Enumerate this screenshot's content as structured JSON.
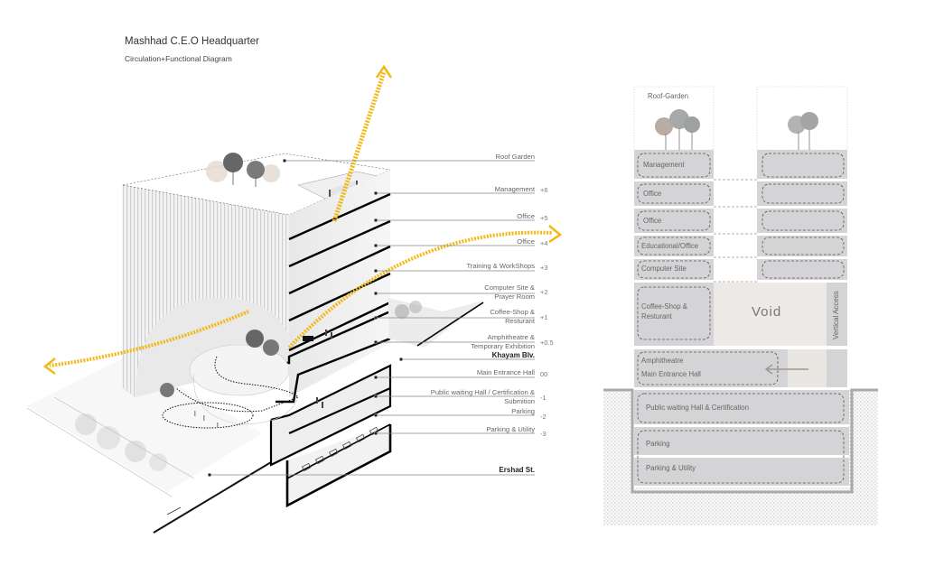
{
  "header": {
    "title": "Mashhad C.E.O Headquarter",
    "subtitle": "Circulation+Functional Diagram"
  },
  "colors": {
    "circulation_arrow": "#f2b817",
    "slab": "#111111",
    "section_block": "#d4d4d6",
    "void": "#ece9e6",
    "ground_hatch": "#b8b8b8"
  },
  "axonometric": {
    "labels": [
      {
        "text": "Roof Garden",
        "level": ""
      },
      {
        "text": "Management",
        "level": "+6"
      },
      {
        "text": "Office",
        "level": "+5"
      },
      {
        "text": "Office",
        "level": "+4"
      },
      {
        "text": "Training & WorkShops",
        "level": "+3"
      },
      {
        "text": "Computer Site &",
        "text2": "Prayer Room",
        "level": "+2"
      },
      {
        "text": "Coffee-Shop &",
        "text2": "Resturant",
        "level": "+1"
      },
      {
        "text": "Amphitheatre &",
        "text2": "Temporary Exhibition",
        "level": "+0.5"
      },
      {
        "text": "Khayam Blv.",
        "level": "",
        "street": true
      },
      {
        "text": "Main Entrance Hall",
        "level": "00"
      },
      {
        "text": "Public waiting Hall / Certification &",
        "text2": "Submition",
        "level": "-1"
      },
      {
        "text": "Parking",
        "level": "-2"
      },
      {
        "text": "Parking & Utility",
        "level": "-3"
      },
      {
        "text": "Ershad St.",
        "level": "",
        "street": true
      }
    ],
    "icons": [
      "tree-icon",
      "people-icon",
      "car-icon",
      "circulation-arrow-icon"
    ]
  },
  "section": {
    "roof_label": "Roof-Garden",
    "left_column": [
      "Management",
      "Office",
      "Office",
      "Educational/Office",
      "Computer Site"
    ],
    "coffee": "Coffee-Shop &\nResturant",
    "coffee_line1": "Coffee-Shop &",
    "coffee_line2": "Resturant",
    "void": "Void",
    "vertical_access": "Vertical Access",
    "entrance_line1": "Amphitheatre",
    "entrance_line2": "Main Entrance Hall",
    "basement": [
      "Public waiting Hall & Certification",
      "Parking",
      "Parking & Utility"
    ]
  }
}
